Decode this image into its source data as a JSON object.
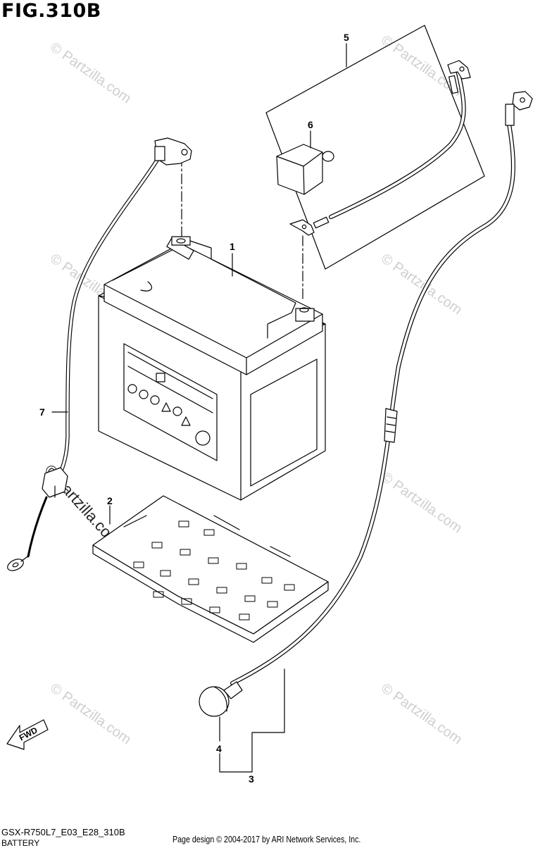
{
  "figure": {
    "title": "FIG.310B"
  },
  "callouts": [
    {
      "id": "1",
      "label": "1"
    },
    {
      "id": "2",
      "label": "2"
    },
    {
      "id": "3",
      "label": "3"
    },
    {
      "id": "4",
      "label": "4"
    },
    {
      "id": "5",
      "label": "5"
    },
    {
      "id": "6",
      "label": "6"
    },
    {
      "id": "7",
      "label": "7"
    }
  ],
  "direction_arrow": {
    "label": "FWD"
  },
  "watermark": {
    "text": "© Partzilla.com"
  },
  "footer": {
    "model_code": "GSX-R750L7_E03_E28_310B",
    "section_name": "BATTERY",
    "copyright": "Page design © 2004-2017 by ARI Network Services, Inc."
  }
}
